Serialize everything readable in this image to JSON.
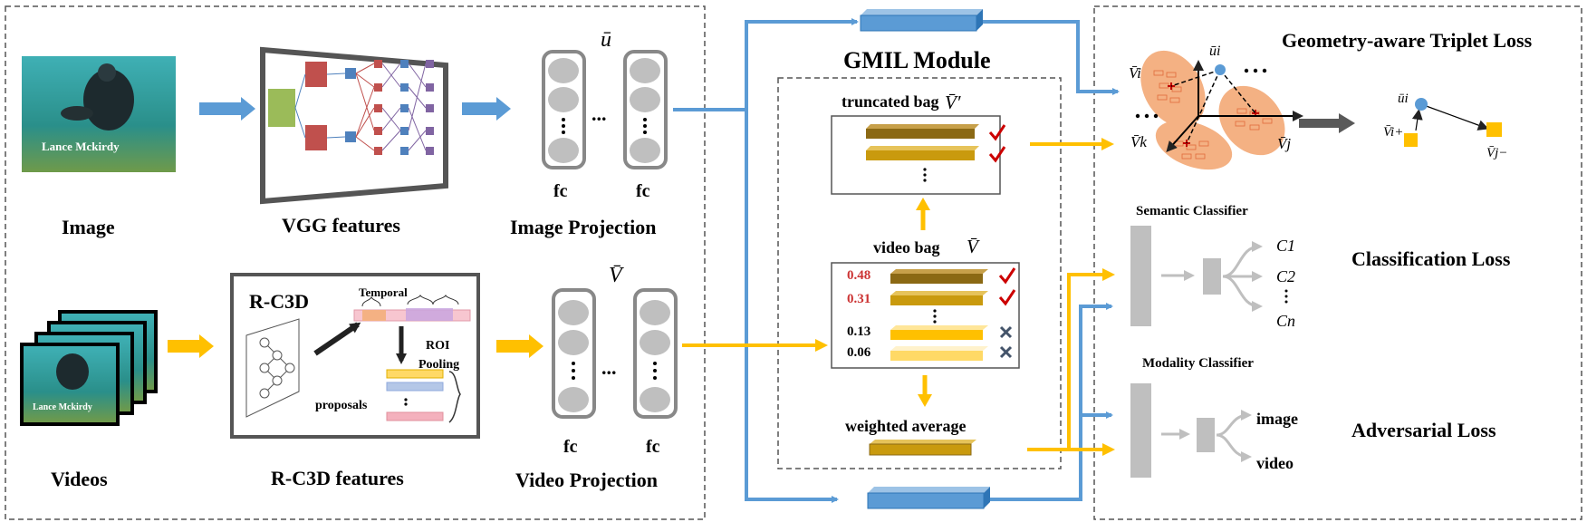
{
  "left_panel": {
    "image_label": "Image",
    "image_caption": "Lance Mckirdy",
    "vgg_label": "VGG features",
    "image_projection_label": "Image Projection",
    "image_projection_symbol": "ū",
    "videos_label": "Videos",
    "video_caption": "Lance Mckirdy",
    "rc3d_title": "R-C3D",
    "temporal_label": "Temporal",
    "roi_label_1": "ROI",
    "roi_label_2": "Pooling",
    "proposals_label": "proposals",
    "rc3d_features_label": "R-C3D features",
    "video_projection_label": "Video Projection",
    "video_projection_symbol": "V̄",
    "fc_labels": [
      "fc",
      "fc",
      "fc",
      "fc"
    ],
    "dots": "..."
  },
  "gmil": {
    "title": "GMIL Module",
    "truncated_bag": "truncated bag",
    "truncated_symbol": "V̄′",
    "video_bag": "video bag",
    "video_bag_symbol": "V̄",
    "scores": [
      "0.48",
      "0.31",
      "0.13",
      "0.06"
    ],
    "weighted_average": "weighted average"
  },
  "right_panel": {
    "triplet_title": "Geometry-aware Triplet Loss",
    "vi_label": "V̄i",
    "vk_label": "V̄k",
    "vj_label": "V̄j",
    "ui_label": "ūi",
    "ui_label_2": "ūi",
    "vi_plus": "V̄i+",
    "vj_minus": "V̄j−",
    "semantic_classifier": "Semantic Classifier",
    "classes": [
      "C1",
      "C2",
      "Cn"
    ],
    "classification_loss": "Classification Loss",
    "modality_classifier": "Modality Classifier",
    "modality_outputs": [
      "image",
      "video"
    ],
    "adversarial_loss": "Adversarial Loss"
  },
  "colors": {
    "blue": "#5b9bd5",
    "yellow": "#ffc000",
    "brown": "#8b6914",
    "gold": "#c99a0e",
    "red_check": "#cc0000",
    "orange_blob": "#f4b183",
    "gray": "#bfbfbf"
  }
}
